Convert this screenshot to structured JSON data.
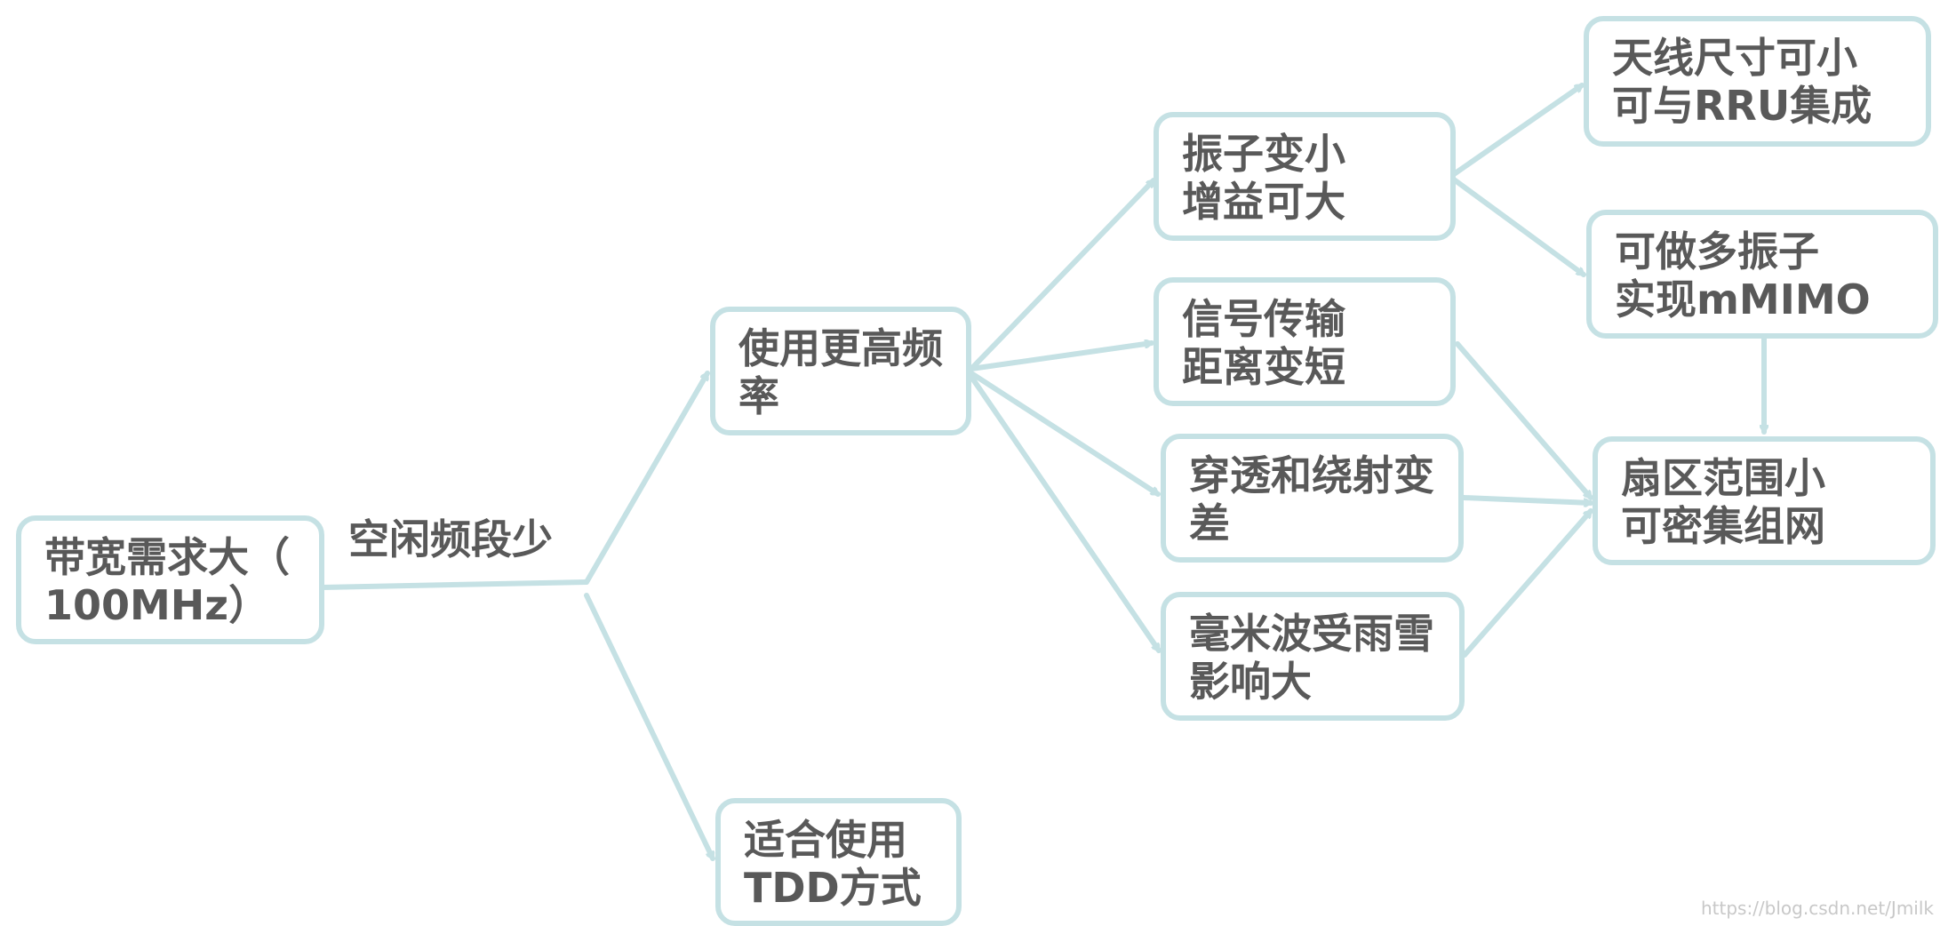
{
  "nodes": {
    "bandwidth": {
      "line1": "带宽需求大（",
      "line2": "100MHz）"
    },
    "higher_freq": {
      "line1": "使用更高频",
      "line2": "率"
    },
    "tdd": {
      "line1": "适合使用",
      "line2": "TDD方式"
    },
    "element_small": {
      "line1": "振子变小",
      "line2": "增益可大"
    },
    "signal_short": {
      "line1": "信号传输",
      "line2": "距离变短"
    },
    "penetration": {
      "line1": "穿透和绕射变",
      "line2": "差"
    },
    "mmwave_rain": {
      "line1": "毫米波受雨雪",
      "line2": "影响大"
    },
    "antenna_small": {
      "line1": "天线尺寸可小",
      "line2": "可与RRU集成"
    },
    "mmimo": {
      "line1": "可做多振子",
      "line2": "实现mMIMO"
    },
    "sector_small": {
      "line1": "扇区范围小",
      "line2": "可密集组网"
    }
  },
  "edge_labels": {
    "idle_freq": "空闲频段少"
  },
  "watermark": "https://blog.csdn.net/Jmilk"
}
